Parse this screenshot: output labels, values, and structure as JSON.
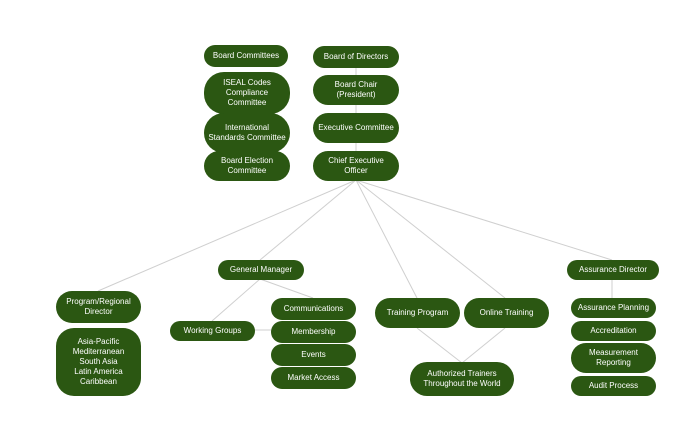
{
  "org_chart": {
    "nodes": {
      "board_committees": "Board Committees",
      "iseal": "ISEAL Codes\nCompliance\nCommittee",
      "intl_standards": "International\nStandards Committee",
      "board_election": "Board Election\nCommittee",
      "board_directors": "Board of Directors",
      "board_chair": "Board Chair\n(President)",
      "exec_committee": "Executive Committee",
      "ceo": "Chief Executive Officer",
      "general_manager": "General Manager",
      "assurance_director": "Assurance Director",
      "program_director": "Program/Regional\nDirector",
      "regions": "Asia-Pacific\nMediterranean\nSouth Asia\nLatin America\nCaribbean",
      "working_groups": "Working Groups",
      "communications": "Communications",
      "membership": "Membership",
      "events": "Events",
      "market_access": "Market Access",
      "training_program": "Training Program",
      "online_training": "Online Training",
      "authorized_trainers": "Authorized Trainers\nThroughout the World",
      "assurance_planning": "Assurance Planning",
      "accreditation": "Accreditation",
      "measurement_reporting": "Measurement\nReporting",
      "audit_process": "Audit Process"
    },
    "colors": {
      "node_fill": "#2b5712",
      "node_text": "#ffffff",
      "connector": "#cfcfcf"
    }
  }
}
